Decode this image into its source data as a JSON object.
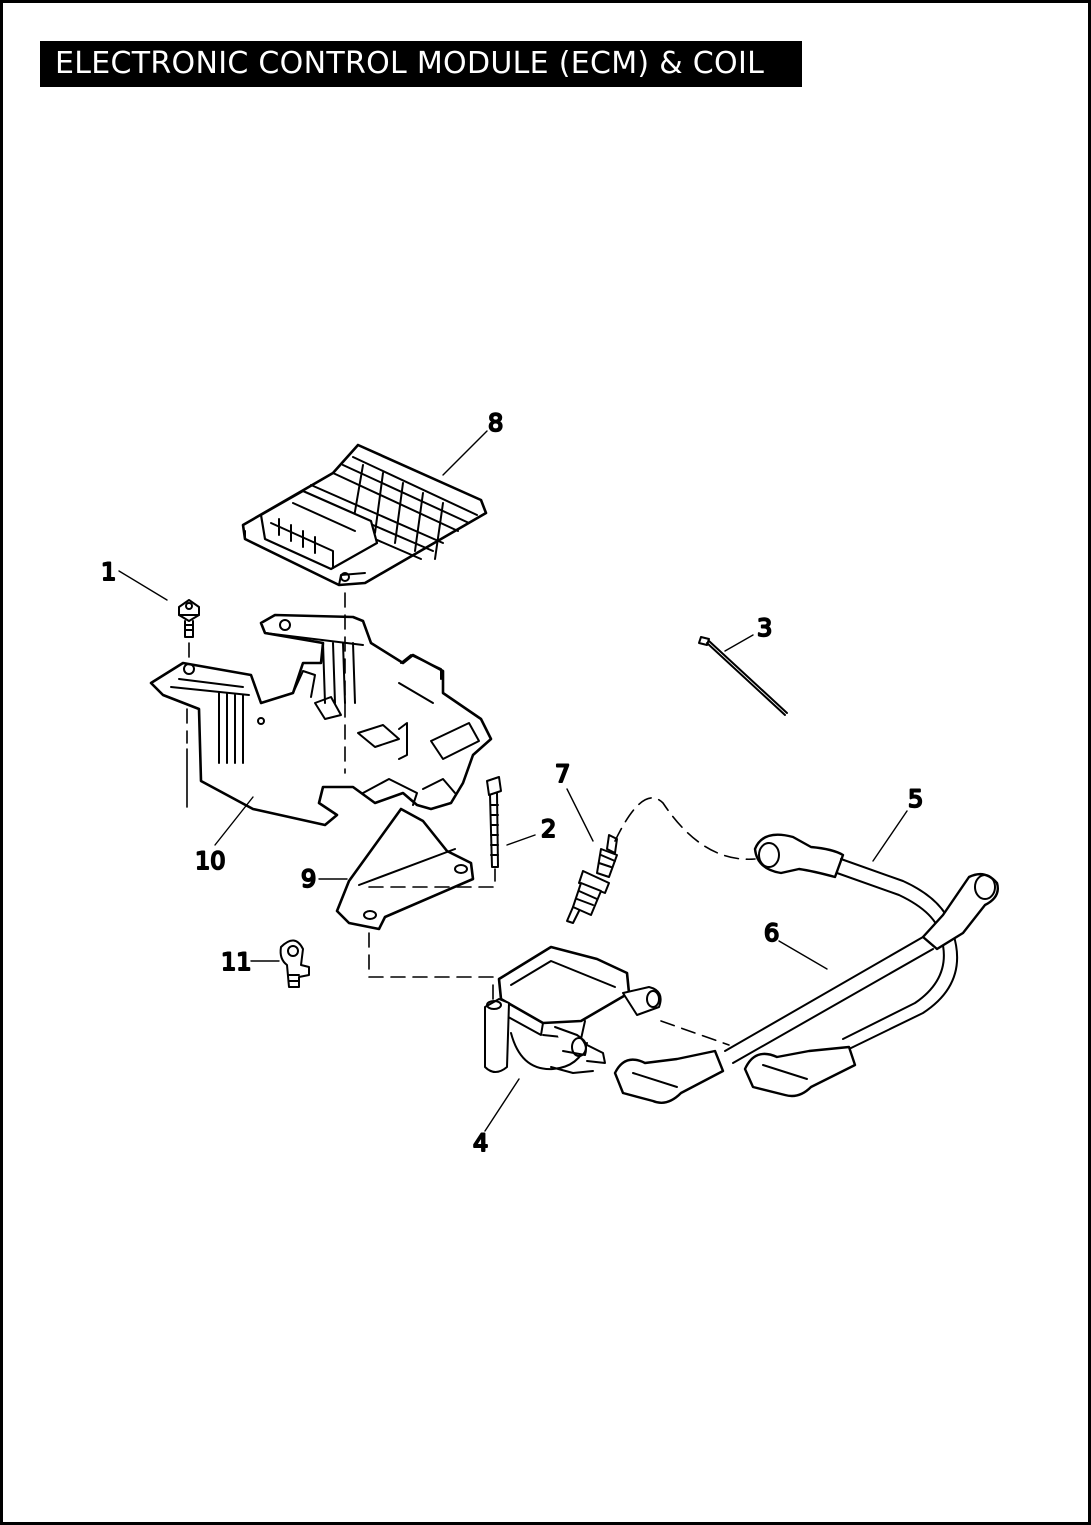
{
  "title": "ELECTRONIC CONTROL MODULE (ECM) & COIL",
  "callouts": [
    "1",
    "2",
    "3",
    "4",
    "5",
    "6",
    "7",
    "8",
    "9",
    "10",
    "11"
  ],
  "parts": [
    {
      "callout": "1",
      "icon": "flange-bolt-icon"
    },
    {
      "callout": "2",
      "icon": "long-bolt-icon"
    },
    {
      "callout": "3",
      "icon": "cable-strap-icon"
    },
    {
      "callout": "4",
      "icon": "ignition-coil-icon"
    },
    {
      "callout": "5",
      "icon": "spark-plug-cable-icon"
    },
    {
      "callout": "6",
      "icon": "spark-plug-cable-icon"
    },
    {
      "callout": "7",
      "icon": "spark-plug-icon"
    },
    {
      "callout": "8",
      "icon": "ecm-module-icon"
    },
    {
      "callout": "9",
      "icon": "coil-bracket-icon"
    },
    {
      "callout": "10",
      "icon": "ecm-tray-icon"
    },
    {
      "callout": "11",
      "icon": "cable-clip-icon"
    }
  ],
  "colors": {
    "ink": "#000000",
    "paper": "#ffffff"
  }
}
